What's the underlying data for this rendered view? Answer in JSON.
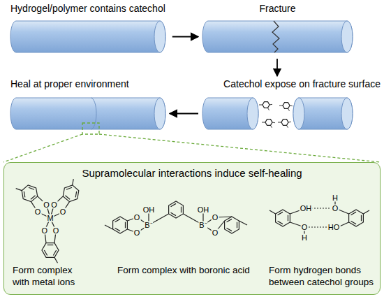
{
  "diagram": {
    "nodes": [
      {
        "text": [
          "Hydrogel/polymer contains catechol"
        ]
      },
      {
        "text": [
          "Fracture"
        ]
      },
      {
        "text": [
          "Catechol expose on fracture surface"
        ]
      },
      {
        "text": [
          "Heal at proper environment"
        ]
      },
      {
        "text": [
          "Supramolecular interactions induce self-healing"
        ]
      }
    ],
    "edges": [
      {
        "from": 0,
        "to": 1,
        "arrow": "to"
      },
      {
        "from": 1,
        "to": 2,
        "arrow": "to"
      },
      {
        "from": 2,
        "to": 3,
        "arrow": "to"
      },
      {
        "from": 3,
        "to": 4,
        "arrow": "none"
      }
    ],
    "labels": [
      "M",
      "O",
      "O",
      "O",
      "O",
      "O",
      "O",
      "O",
      "O",
      "B⁻",
      "OH",
      "OH",
      "B⁻",
      "O",
      "O",
      "OH",
      "O",
      "H",
      "O",
      "H",
      "HO",
      "Form complex with metal ions",
      "Form complex with boronic acid",
      "Form hydrogen bonds between catechol groups"
    ]
  }
}
